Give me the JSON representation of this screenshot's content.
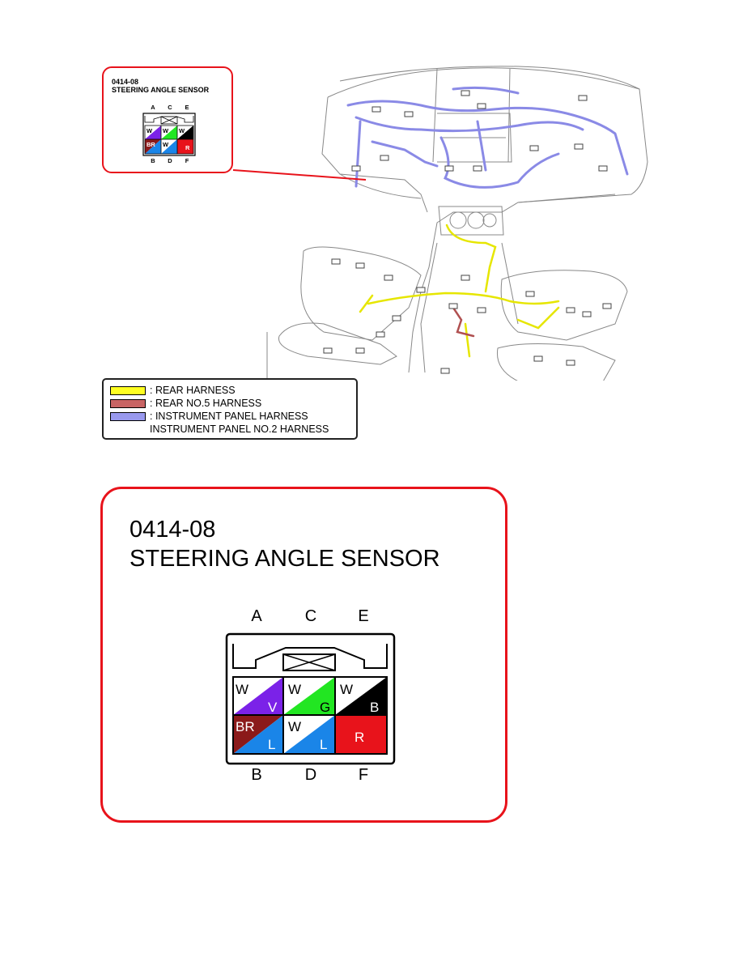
{
  "connector": {
    "code": "0414-08",
    "name": "STEERING ANGLE SENSOR",
    "top_pins": [
      "A",
      "C",
      "E"
    ],
    "bottom_pins": [
      "B",
      "D",
      "F"
    ],
    "cells": [
      {
        "pin": "A",
        "top_text": "W",
        "bottom_text": "V",
        "top_color": "#ffffff",
        "bottom_color": "#7b22e8"
      },
      {
        "pin": "C",
        "top_text": "W",
        "bottom_text": "G",
        "top_color": "#ffffff",
        "bottom_color": "#22e622"
      },
      {
        "pin": "E",
        "top_text": "W",
        "bottom_text": "B",
        "top_color": "#ffffff",
        "bottom_color": "#000000"
      },
      {
        "pin": "B",
        "top_text": "BR",
        "bottom_text": "L",
        "top_color": "#8b1a1a",
        "bottom_color": "#1a85e8"
      },
      {
        "pin": "D",
        "top_text": "W",
        "bottom_text": "L",
        "top_color": "#ffffff",
        "bottom_color": "#1a85e8"
      },
      {
        "pin": "F",
        "top_text": "R",
        "bottom_text": "",
        "top_color": "#e8131b",
        "bottom_color": "#e8131b"
      }
    ]
  },
  "legend": {
    "items": [
      {
        "label": ": REAR HARNESS",
        "color": "#ffff22"
      },
      {
        "label": ": REAR NO.5 HARNESS",
        "color": "#c86464"
      },
      {
        "label": ": INSTRUMENT PANEL HARNESS",
        "color": "#9999ee"
      }
    ],
    "extra_line": "INSTRUMENT PANEL NO.2 HARNESS"
  },
  "colors": {
    "callout_border": "#e8131b",
    "rear_harness": "#e6e600",
    "rear_no5_harness": "#b05050",
    "instrument_panel_harness": "#8a8ae6"
  }
}
